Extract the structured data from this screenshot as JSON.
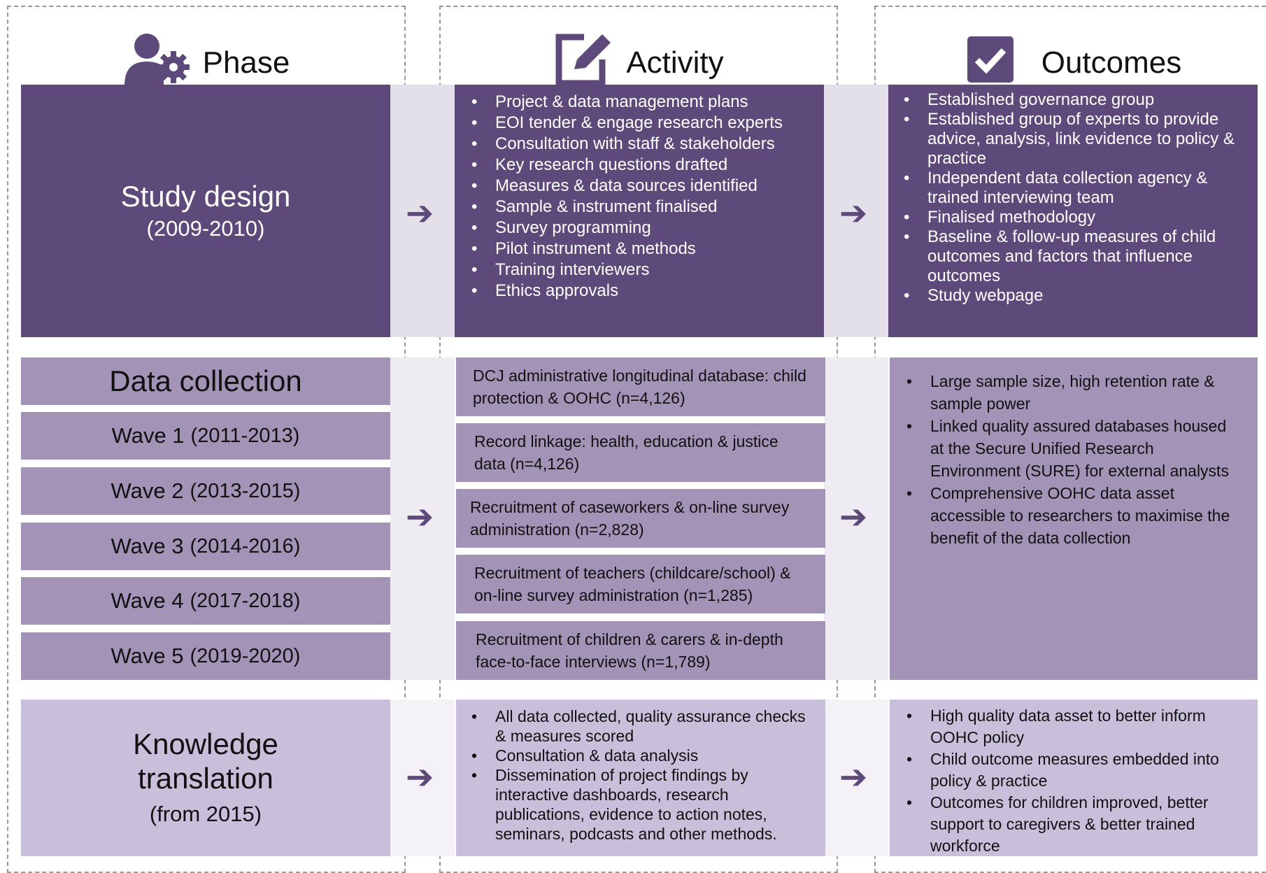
{
  "headers": {
    "phase": "Phase",
    "activity": "Activity",
    "outcomes": "Outcomes"
  },
  "rows": {
    "study_design": {
      "title": "Study design",
      "years": "(2009-2010)",
      "activities": [
        "Project & data management plans",
        "EOI tender & engage research experts",
        "Consultation with staff & stakeholders",
        "Key research questions drafted",
        "Measures & data sources identified",
        "Sample & instrument finalised",
        "Survey programming",
        "Pilot instrument & methods",
        "Training interviewers",
        "Ethics approvals"
      ],
      "outcomes": [
        "Established governance group",
        "Established group of experts to provide advice, analysis, link evidence to policy & practice",
        "Independent data collection agency & trained interviewing team",
        "Finalised methodology",
        "Baseline & follow-up measures of child outcomes and factors that influence outcomes",
        "Study webpage"
      ]
    },
    "data_collection": {
      "title": "Data collection",
      "waves": [
        {
          "label": "Wave 1",
          "years": "(2011-2013)"
        },
        {
          "label": "Wave 2",
          "years": "(2013-2015)"
        },
        {
          "label": "Wave 3",
          "years": "(2014-2016)"
        },
        {
          "label": "Wave 4",
          "years": "(2017-2018)"
        },
        {
          "label": "Wave 5",
          "years": "(2019-2020)"
        }
      ],
      "activities": [
        "DCJ administrative longitudinal database: child protection & OOHC (n=4,126)",
        "Record linkage: health, education & justice data (n=4,126)",
        "Recruitment of caseworkers & on-line survey administration (n=2,828)",
        "Recruitment of teachers (childcare/school) & on-line survey administration (n=1,285)",
        "Recruitment of children & carers & in-depth face-to-face interviews (n=1,789)"
      ],
      "outcomes": [
        "Large sample size, high retention rate & sample power",
        "Linked quality assured databases housed at the Secure Unified Research Environment (SURE) for external analysts",
        "Comprehensive OOHC data asset accessible to researchers to maximise the benefit of the data collection"
      ]
    },
    "knowledge_translation": {
      "title_line1": "Knowledge",
      "title_line2": "translation",
      "years": "(from 2015)",
      "activities": [
        "All data collected, quality assurance checks & measures scored",
        "Consultation & data analysis",
        "Dissemination of project findings by interactive dashboards, research publications, evidence to action notes, seminars, podcasts and other methods."
      ],
      "outcomes": [
        "High quality data asset to better inform OOHC policy",
        "Child outcome measures embedded into policy & practice",
        "Outcomes for children improved, better support to caregivers & better trained workforce"
      ]
    }
  },
  "icons": {
    "phase": "user-gear-icon",
    "activity": "edit-icon",
    "outcomes": "checkbox-icon",
    "arrow": "arrow-right-icon"
  },
  "colors": {
    "dark": "#5e4a7a",
    "mid": "#a293b7",
    "light": "#c9bfdb"
  }
}
